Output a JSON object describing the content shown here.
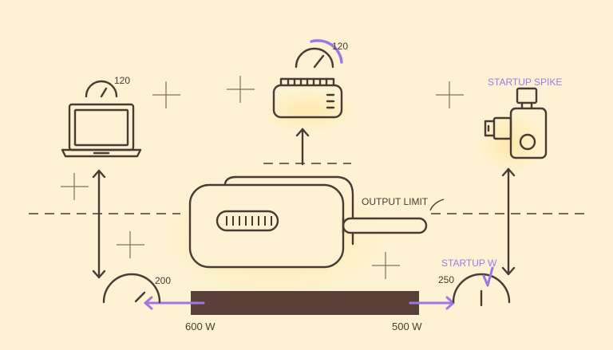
{
  "labels": {
    "laptop_gauge": "120",
    "tool_gauge": "120",
    "startup_spike": "STARTUP SPIKE",
    "output_limit": "OUTPUT LIMIT",
    "left_gauge": "200",
    "right_gauge": "250",
    "startup_w": "STARTUP W",
    "left_watts": "600 W",
    "right_watts": "500 W"
  },
  "colors": {
    "background": "#fdf3d4",
    "ink": "#4a3a33",
    "accent": "#a374e4",
    "bar": "#5a4038",
    "glow": "#ffe7a6"
  },
  "icons": [
    "laptop-icon",
    "power-tool-icon",
    "motor-icon",
    "power-station-icon",
    "gauge-icon",
    "crosshair-icon"
  ]
}
